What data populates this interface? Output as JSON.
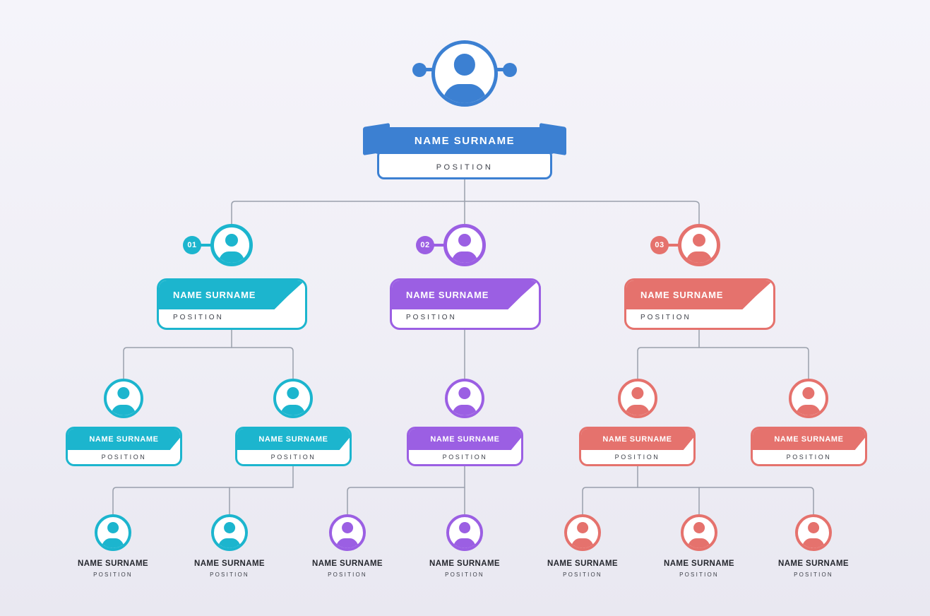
{
  "theme": {
    "blue": "#3C80D2",
    "cyan": "#1CB5CE",
    "purple": "#9B5FE3",
    "red": "#E5726D",
    "connector": "#9AA0AC",
    "ink": "#25272E"
  },
  "root": {
    "name": "NAME SURNAME",
    "position": "POSITION"
  },
  "level2": [
    {
      "badge": "01",
      "color": "cyan",
      "name": "NAME SURNAME",
      "position": "POSITION"
    },
    {
      "badge": "02",
      "color": "purple",
      "name": "NAME SURNAME",
      "position": "POSITION"
    },
    {
      "badge": "03",
      "color": "red",
      "name": "NAME SURNAME",
      "position": "POSITION"
    }
  ],
  "level3": [
    {
      "color": "cyan",
      "name": "NAME SURNAME",
      "position": "POSITION"
    },
    {
      "color": "cyan",
      "name": "NAME SURNAME",
      "position": "POSITION"
    },
    {
      "color": "purple",
      "name": "NAME SURNAME",
      "position": "POSITION"
    },
    {
      "color": "red",
      "name": "NAME SURNAME",
      "position": "POSITION"
    },
    {
      "color": "red",
      "name": "NAME SURNAME",
      "position": "POSITION"
    }
  ],
  "level4": [
    {
      "color": "cyan",
      "name": "NAME SURNAME",
      "position": "POSITION"
    },
    {
      "color": "cyan",
      "name": "NAME SURNAME",
      "position": "POSITION"
    },
    {
      "color": "purple",
      "name": "NAME SURNAME",
      "position": "POSITION"
    },
    {
      "color": "purple",
      "name": "NAME SURNAME",
      "position": "POSITION"
    },
    {
      "color": "red",
      "name": "NAME SURNAME",
      "position": "POSITION"
    },
    {
      "color": "red",
      "name": "NAME SURNAME",
      "position": "POSITION"
    },
    {
      "color": "red",
      "name": "NAME SURNAME",
      "position": "POSITION"
    }
  ]
}
